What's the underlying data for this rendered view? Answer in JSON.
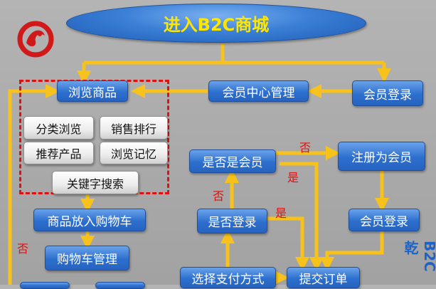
{
  "title": "进入B2C商城",
  "nodes": {
    "browse": "浏览商品",
    "member_center": "会员中心管理",
    "member_login": "会员登录",
    "category": "分类浏览",
    "sales_rank": "销售排行",
    "recommend": "推荐产品",
    "history": "浏览记忆",
    "keyword_search": "关键字搜索",
    "is_member": "是否是会员",
    "register": "注册为会员",
    "add_to_cart": "商品放入购物车",
    "is_logged_in": "是否登录",
    "login2": "会员登录",
    "cart_manage": "购物车管理",
    "select_payment": "选择支付方式",
    "submit_order": "提交订单"
  },
  "edge_labels": {
    "no_register": "否",
    "yes_member": "是",
    "no_login": "否",
    "yes_login": "是",
    "no_left": "否"
  },
  "side_text": "B2C乾",
  "colors": {
    "node_blue": "#2d6fce",
    "title_yellow": "#ffe600",
    "arrow_yellow": "#f7c21b",
    "dashed_red": "#e01010"
  }
}
